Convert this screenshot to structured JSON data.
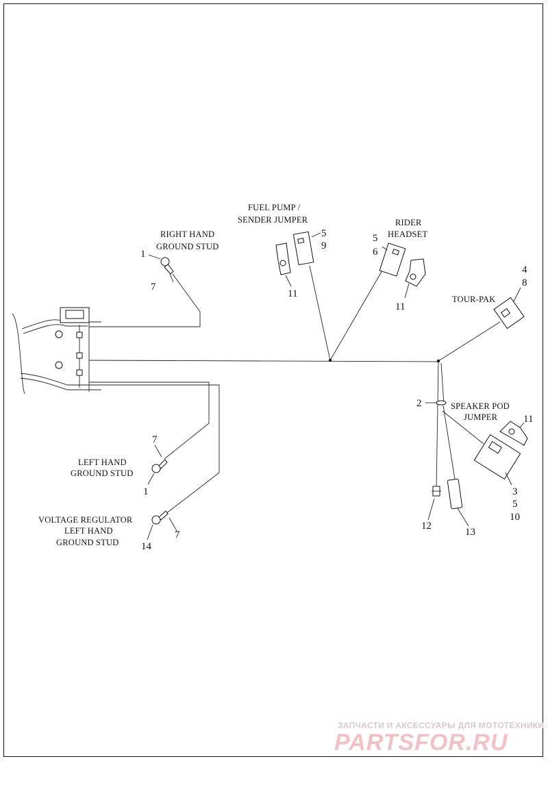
{
  "labels": {
    "right_hand_ground_stud": [
      "RIGHT HAND",
      "GROUND STUD"
    ],
    "fuel_pump_jumper": [
      "FUEL PUMP /",
      "SENDER JUMPER"
    ],
    "rider_headset": [
      "RIDER",
      "HEADSET"
    ],
    "tour_pak": [
      "TOUR-PAK"
    ],
    "speaker_pod_jumper": [
      "SPEAKER POD",
      "JUMPER"
    ],
    "left_hand_ground_stud": [
      "LEFT HAND",
      "GROUND STUD"
    ],
    "voltage_regulator": [
      "VOLTAGE REGULATOR",
      "LEFT HAND",
      "GROUND STUD"
    ]
  },
  "callouts": {
    "rh_ring": "1",
    "rh_wire": "7",
    "fuel_a": "5",
    "fuel_b": "9",
    "fuel_clip": "11",
    "rider_a": "5",
    "rider_b": "6",
    "rider_clip": "11",
    "tour_a": "4",
    "tour_b": "8",
    "clamp": "2",
    "speaker_clip": "11",
    "speaker_a": "3",
    "speaker_b": "5",
    "speaker_c": "10",
    "bulb": "12",
    "fuse": "13",
    "lh_wire": "7",
    "lh_ring": "1",
    "vr_ring": "14",
    "vr_wire": "7"
  },
  "watermark": {
    "tagline": "ЗАПЧАСТИ И АКСЕССУАРЫ ДЛЯ МОТОТЕХНИКИ",
    "logo": "PARTSFOR.RU"
  }
}
